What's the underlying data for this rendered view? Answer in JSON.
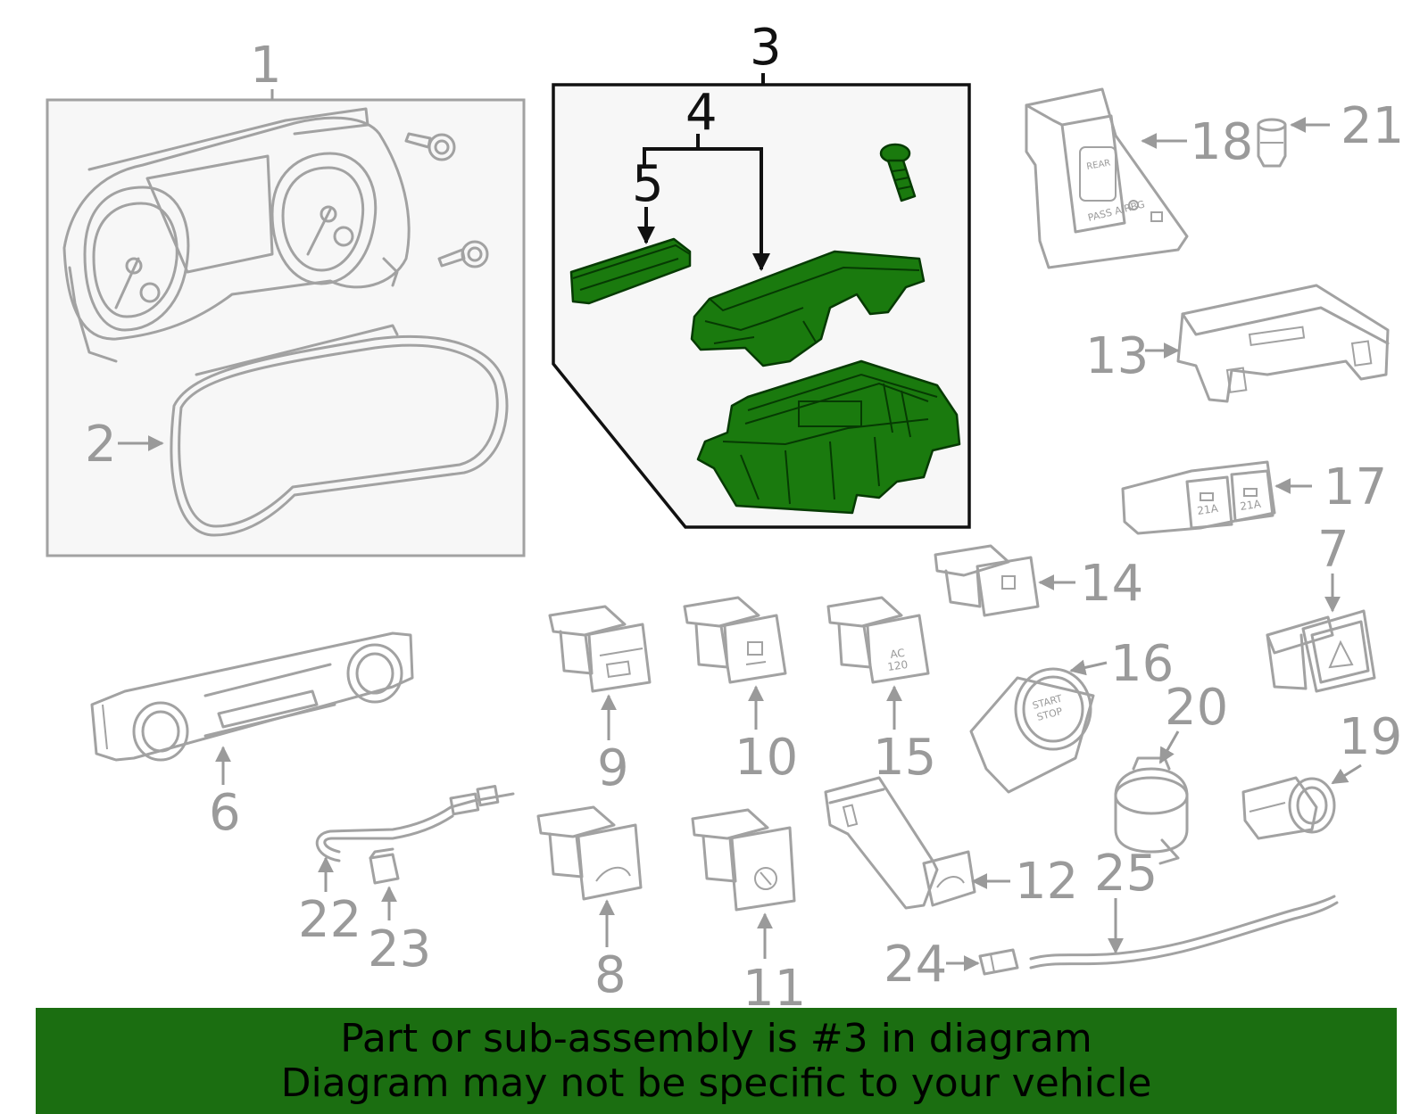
{
  "callouts": {
    "c1": "1",
    "c2": "2",
    "c3": "3",
    "c4": "4",
    "c5": "5",
    "c6": "6",
    "c7": "7",
    "c8": "8",
    "c9": "9",
    "c10": "10",
    "c11": "11",
    "c12": "12",
    "c13": "13",
    "c14": "14",
    "c15": "15",
    "c16": "16",
    "c17": "17",
    "c18": "18",
    "c19": "19",
    "c20": "20",
    "c21": "21",
    "c22": "22",
    "c23": "23",
    "c24": "24",
    "c25": "25"
  },
  "part_labels": {
    "rear": "REAR",
    "pass_airbag": "PASS AIRBG",
    "usb_a": "21A",
    "usb_b": "21A",
    "ac": "AC",
    "ac_voltage": "120",
    "start": "START",
    "stop": "STOP"
  },
  "highlight": {
    "part_number": "3",
    "color": "#1a7a0e"
  },
  "banner": {
    "line1": "Part or sub-assembly is #3 in diagram",
    "line2": "Diagram may not be specific to your vehicle",
    "background": "#1b6e11"
  }
}
